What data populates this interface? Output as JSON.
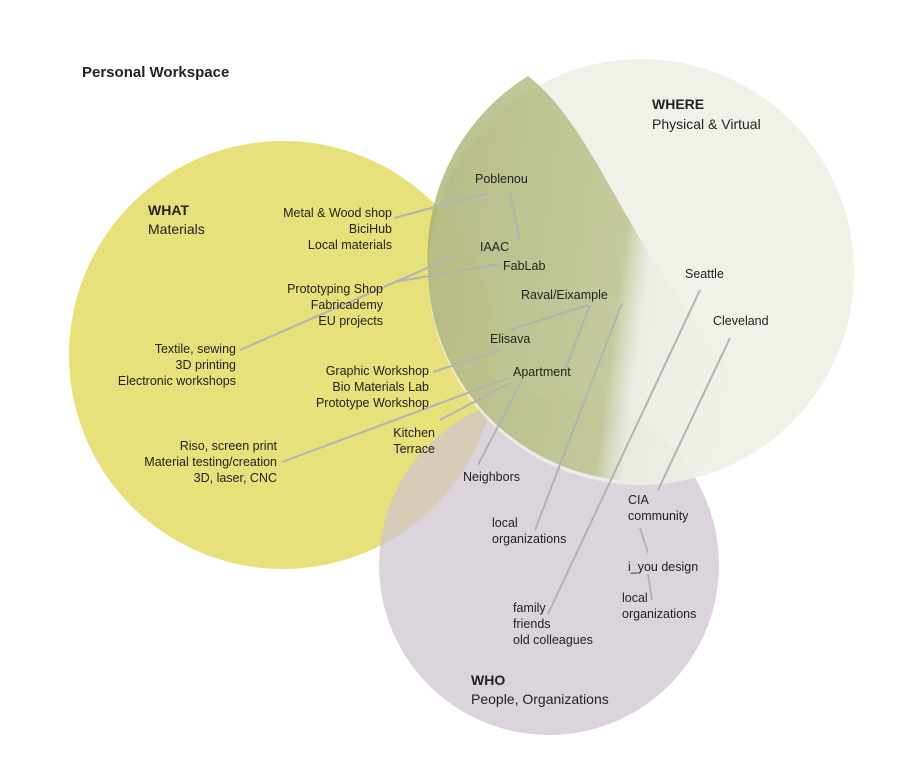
{
  "title": "Personal Workspace",
  "circles": {
    "what": {
      "heading": "WHAT",
      "subheading": "Materials",
      "color": "#e6dd70"
    },
    "where": {
      "heading": "WHERE",
      "subheading": "Physical & Virtual",
      "color": "#ecece3",
      "texture_color": "#a6ae6a"
    },
    "who": {
      "heading": "WHO",
      "subheading": "People, Organizations",
      "color": "#d6ccd6"
    }
  },
  "labels": {
    "metal_wood": "Metal & Wood shop",
    "bicihub": "BiciHub",
    "local_materials": "Local materials",
    "prototyping_shop": "Prototyping Shop",
    "fabricademy": "Fabricademy",
    "eu_projects": "EU projects",
    "textile": "Textile, sewing",
    "printing_3d": "3D printing",
    "electronic": "Electronic workshops",
    "graphic": "Graphic Workshop",
    "bio": "Bio Materials Lab",
    "prototype_workshop": "Prototype Workshop",
    "riso": "Riso, screen print",
    "material_testing": "Material testing/creation",
    "laser": "3D, laser, CNC",
    "poblenou": "Poblenou",
    "iaac": "IAAC",
    "fablab": "FabLab",
    "raval": "Raval/Eixample",
    "elisava": "Elisava",
    "apartment": "Apartment",
    "kitchen": "Kitchen",
    "terrace": "Terrace",
    "seattle": "Seattle",
    "cleveland": "Cleveland",
    "neighbors": "Neighbors",
    "local_org_1a": "local",
    "local_org_1b": "organizations",
    "cia": "CIA",
    "community": "community",
    "iyou": "i_you design",
    "local_org_2a": "local",
    "local_org_2b": "organizations",
    "family": "family",
    "friends": "friends",
    "colleagues": "old colleagues"
  }
}
